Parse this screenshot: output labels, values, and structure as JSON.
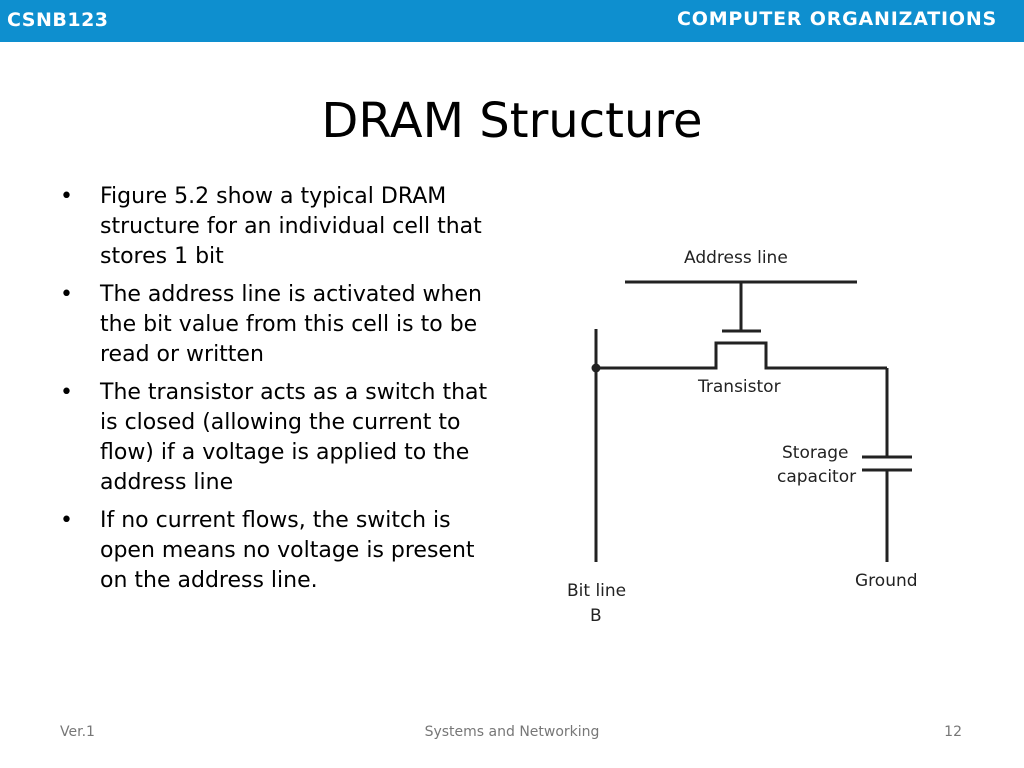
{
  "header": {
    "course_code": "CSNB123",
    "course_title": "COMPUTER ORGANIZATIONS",
    "bar_color": "#0e8fcf"
  },
  "slide": {
    "title": "DRAM Structure",
    "bullets": [
      "Figure 5.2 show a typical DRAM structure for an individual cell that stores 1 bit",
      "The address line is activated when the bit value from this cell is to be read or written",
      "The transistor acts as a switch that is closed (allowing the current to flow) if a voltage is applied to the address line",
      "If no current flows, the switch is open means no voltage is present on the address line."
    ]
  },
  "diagram": {
    "address_line_label": "Address line",
    "transistor_label": "Transistor",
    "storage_label_line1": "Storage",
    "storage_label_line2": "capacitor",
    "bit_line_label_line1": "Bit line",
    "bit_line_label_line2": "B",
    "ground_label": "Ground"
  },
  "footer": {
    "version": "Ver.1",
    "subject": "Systems and Networking",
    "page_number": "12"
  }
}
